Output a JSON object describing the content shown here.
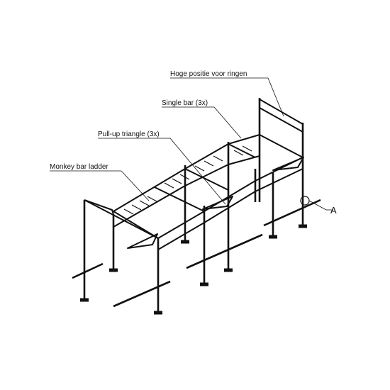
{
  "callouts": {
    "rings": "Hoge positie voor ringen",
    "single_bar": "Single bar (3x)",
    "pullup": "Pull-up triangle (3x)",
    "monkey": "Monkey bar ladder",
    "ref_a": "A"
  },
  "colors": {
    "line": "#111111",
    "background": "#ffffff"
  }
}
